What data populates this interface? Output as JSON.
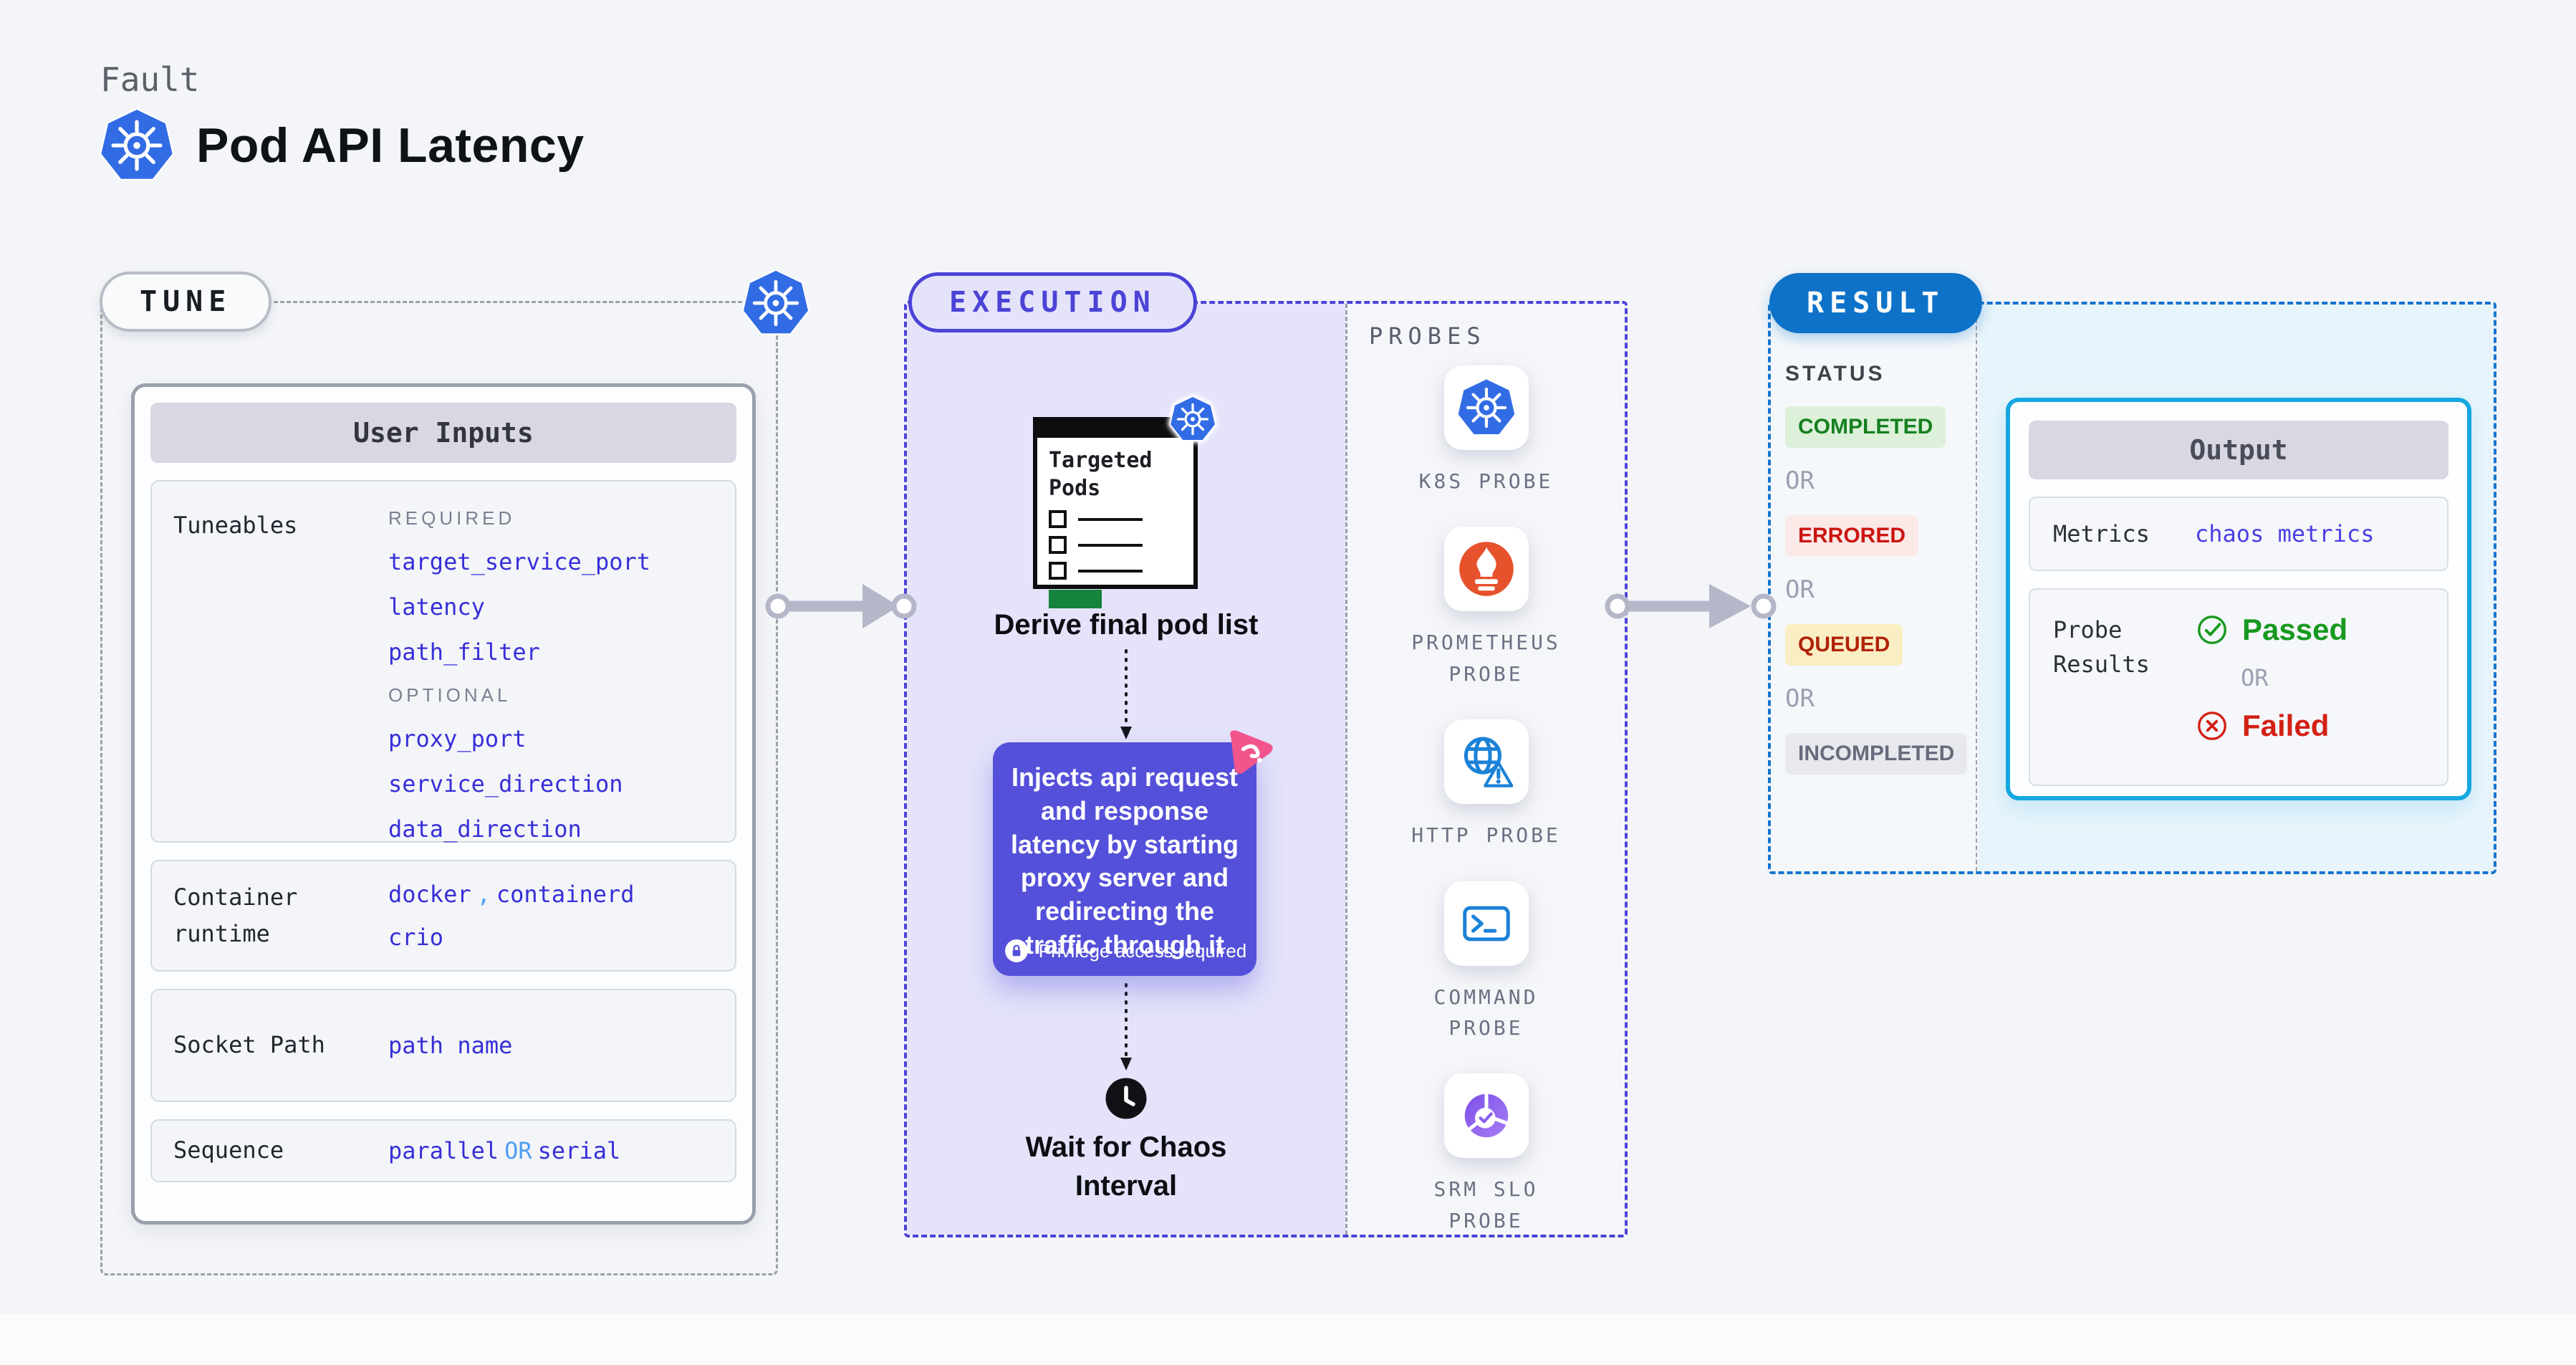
{
  "header": {
    "kicker": "Fault",
    "title": "Pod API Latency"
  },
  "tune": {
    "label": "TUNE",
    "user_inputs": {
      "title": "User Inputs",
      "tuneables": {
        "label": "Tuneables",
        "required_label": "REQUIRED",
        "required": [
          "target_service_port",
          "latency",
          "path_filter"
        ],
        "optional_label": "OPTIONAL",
        "optional": [
          "proxy_port",
          "service_direction",
          "data_direction"
        ]
      },
      "container_runtime": {
        "label": "Container runtime",
        "values": [
          "docker",
          "containerd",
          "crio"
        ],
        "separator": ","
      },
      "socket_path": {
        "label": "Socket Path",
        "value": "path name"
      },
      "sequence": {
        "label": "Sequence",
        "value_a": "parallel",
        "or_label": "OR",
        "value_b": "serial"
      }
    }
  },
  "execution": {
    "label": "EXECUTION",
    "targeted_pods_title": "Targeted Pods",
    "derive_label": "Derive final pod list",
    "inject_text": "Injects api request and response latency by starting proxy server and redirecting the traffic through it",
    "privilege_note": "Privilege access required",
    "wait_label": "Wait for Chaos Interval"
  },
  "probes": {
    "label": "PROBES",
    "items": [
      {
        "name": "K8S PROBE",
        "icon": "kubernetes-icon"
      },
      {
        "name": "PROMETHEUS PROBE",
        "icon": "prometheus-flame-icon"
      },
      {
        "name": "HTTP PROBE",
        "icon": "globe-warning-icon"
      },
      {
        "name": "COMMAND PROBE",
        "icon": "terminal-icon"
      },
      {
        "name": "SRM SLO PROBE",
        "icon": "slo-pie-check-icon"
      }
    ]
  },
  "result": {
    "label": "RESULT",
    "status": {
      "label": "STATUS",
      "or_label": "OR",
      "badges": [
        {
          "text": "COMPLETED",
          "fg": "#15801f",
          "bg": "#dcf0da"
        },
        {
          "text": "ERRORED",
          "fg": "#cb1511",
          "bg": "#fbe9e8"
        },
        {
          "text": "QUEUED",
          "fg": "#b02208",
          "bg": "#faeec4"
        },
        {
          "text": "INCOMPLETED",
          "fg": "#666c7b",
          "bg": "#e8e9ef"
        }
      ]
    },
    "output": {
      "title": "Output",
      "metrics": {
        "label": "Metrics",
        "value": "chaos metrics"
      },
      "probe_results": {
        "label": "Probe Results",
        "passed_label": "Passed",
        "or_label": "OR",
        "failed_label": "Failed"
      }
    }
  },
  "colors": {
    "accent_indigo": "#4b43d6",
    "value_indigo": "#372fd7",
    "light_blue": "#4f9ef2",
    "kubernetes_blue": "#326ce5",
    "result_blue": "#0e72c8",
    "output_border_cyan": "#16a7e0",
    "inject_box": "#5450d9",
    "passed_green": "#17991f",
    "failed_red": "#d32015"
  }
}
